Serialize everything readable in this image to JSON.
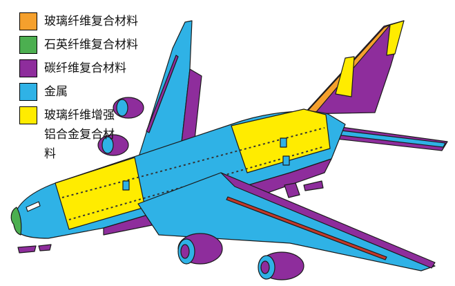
{
  "colors": {
    "glass_fiber": "#F5A02D",
    "quartz_fiber": "#4CAF50",
    "carbon_fiber": "#8E2D9C",
    "metal": "#2FB2E6",
    "glare": "#FFEC00",
    "outline": "#1a1a1a"
  },
  "legend": [
    {
      "label": "玻璃纤维复合材料",
      "color": "#F5A02D"
    },
    {
      "label": "石英纤维复合材料",
      "color": "#4CAF50"
    },
    {
      "label": "碳纤维复合材料",
      "color": "#8E2D9C"
    },
    {
      "label": "金属",
      "color": "#2FB2E6"
    },
    {
      "label": "玻璃纤维增强铝合金复合材料",
      "color": "#FFEC00"
    }
  ]
}
